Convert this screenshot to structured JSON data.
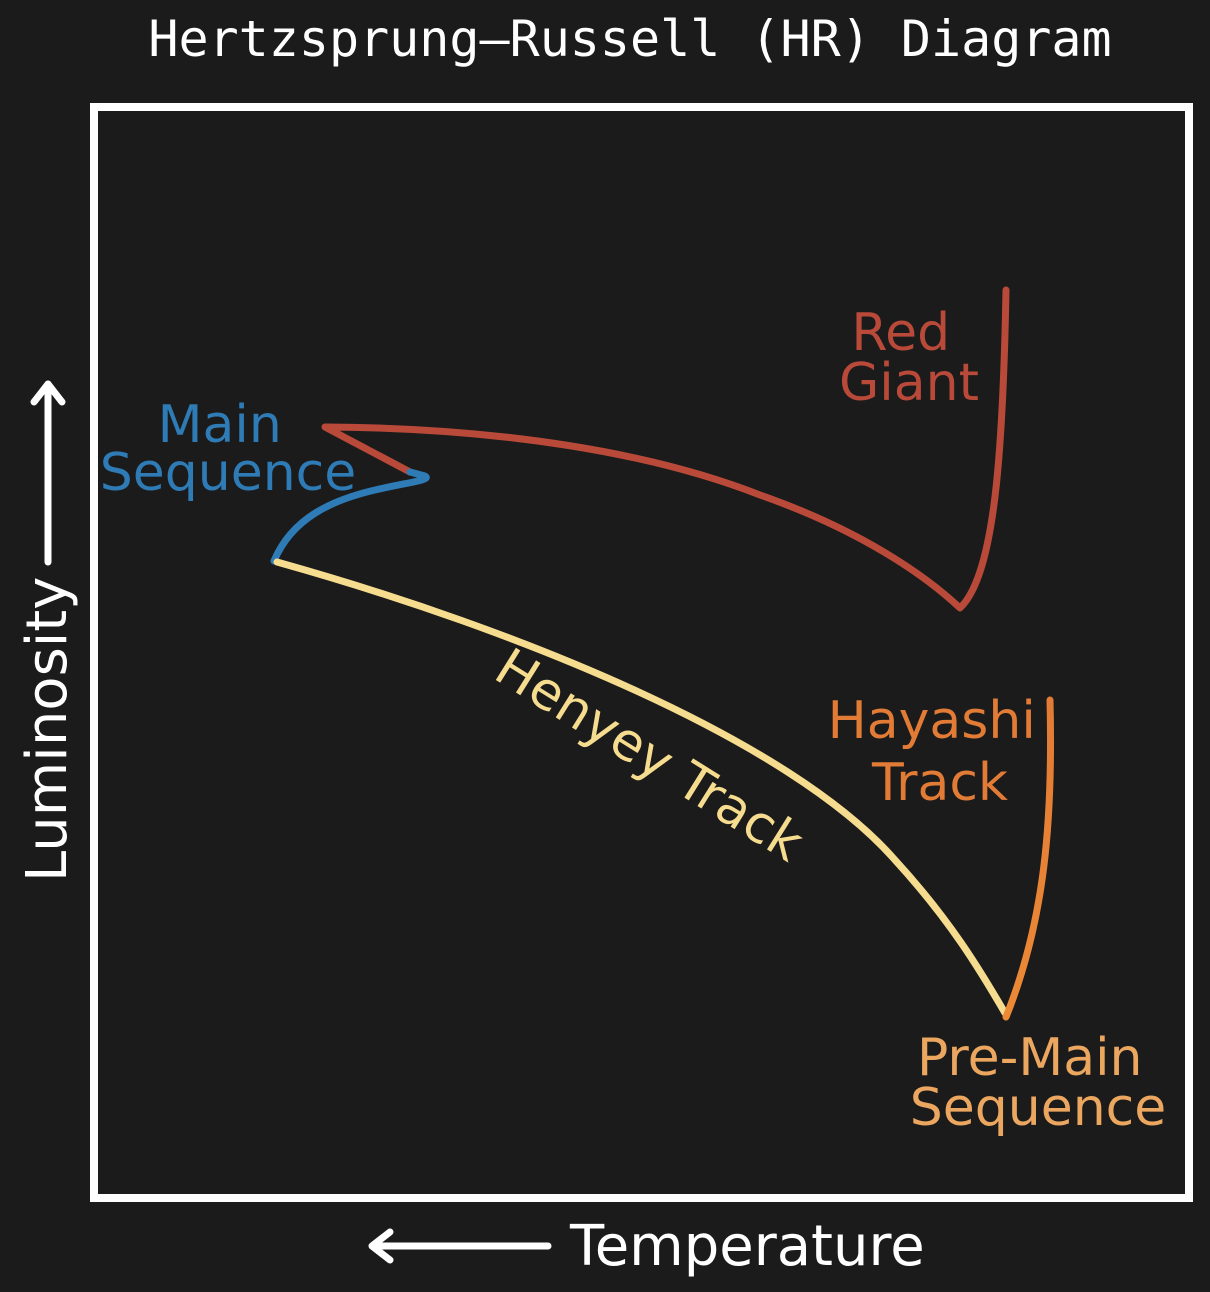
{
  "title": "Hertzsprung–Russell (HR) Diagram",
  "axes": {
    "x_label": "Temperature",
    "y_label": "Luminosity"
  },
  "labels": {
    "main_sequence": [
      "Main",
      "Sequence"
    ],
    "red_giant": [
      "Red",
      "Giant"
    ],
    "hayashi_track": [
      "Hayashi",
      "Track"
    ],
    "henyey_track": "Henyey Track",
    "pre_main_sequence": [
      "Pre-Main",
      "Sequence"
    ]
  },
  "colors": {
    "background": "#1b1b1b",
    "frame": "#ffffff",
    "main_sequence": "#2e7bb6",
    "red_giant": "#b94a3a",
    "hayashi_track": "#e27b35",
    "henyey_track": "#f6dc8e",
    "pre_main_sequence": "#eba660"
  }
}
